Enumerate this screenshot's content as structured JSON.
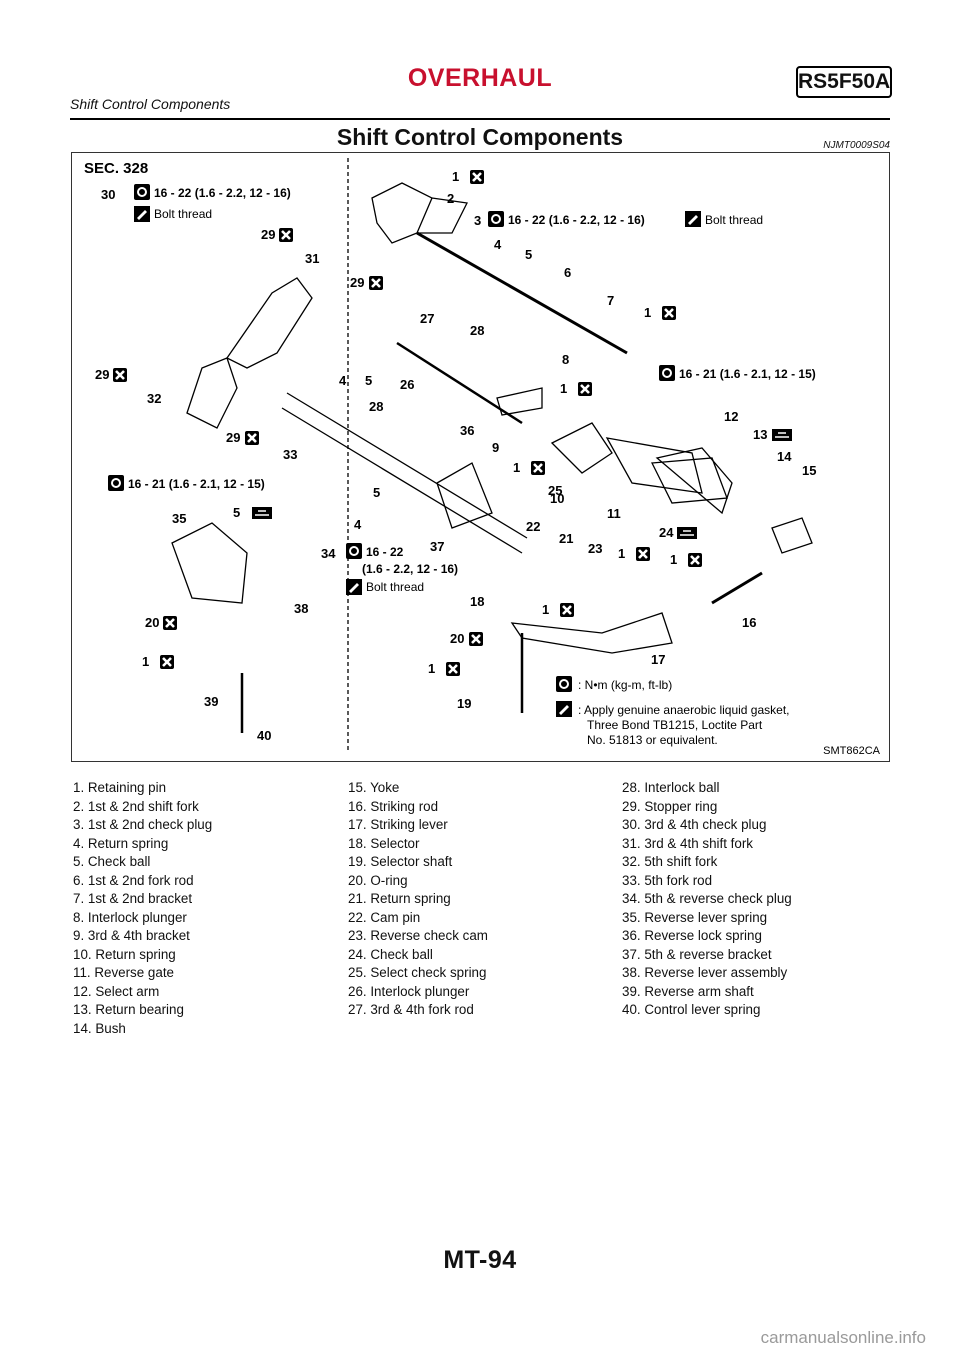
{
  "header": {
    "title": "OVERHAUL",
    "code": "RS5F50A",
    "subtitle": "Shift Control Components"
  },
  "section": {
    "title": "Shift Control Components",
    "code": "NJMT0009S04"
  },
  "figure": {
    "sec": "SEC. 328",
    "figure_id": "SMT862CA",
    "torque_a": "16 - 22 (1.6 - 2.2, 12 - 16)",
    "torque_b": "16 - 21 (1.6 - 2.1, 12 - 15)",
    "torque_34_l1": "16 - 22",
    "torque_34_l2": "(1.6 - 2.2, 12 - 16)",
    "bolt_thread": "Bolt thread",
    "key_torque": ": N•m (kg-m, ft-lb)",
    "key_sealant_l1": ": Apply genuine anaerobic liquid gasket,",
    "key_sealant_l2": "Three Bond TB1215, Loctite Part",
    "key_sealant_l3": "No. 51813 or equivalent.",
    "callouts": [
      "1",
      "2",
      "3",
      "4",
      "5",
      "6",
      "7",
      "8",
      "9",
      "10",
      "11",
      "12",
      "13",
      "14",
      "15",
      "16",
      "17",
      "18",
      "19",
      "20",
      "21",
      "22",
      "23",
      "24",
      "25",
      "26",
      "27",
      "28",
      "29",
      "30",
      "31",
      "32",
      "33",
      "34",
      "35",
      "36",
      "37",
      "38",
      "39",
      "40"
    ]
  },
  "legend": {
    "col1": [
      "1. Retaining pin",
      "2. 1st & 2nd shift fork",
      "3. 1st & 2nd check plug",
      "4. Return spring",
      "5. Check ball",
      "6. 1st & 2nd fork rod",
      "7. 1st & 2nd bracket",
      "8. Interlock plunger",
      "9. 3rd & 4th bracket",
      "10. Return spring",
      "11. Reverse gate",
      "12. Select arm",
      "13. Return bearing",
      "14. Bush"
    ],
    "col2": [
      "15. Yoke",
      "16. Striking rod",
      "17. Striking lever",
      "18. Selector",
      "19. Selector shaft",
      "20. O-ring",
      "21. Return spring",
      "22. Cam pin",
      "23. Reverse check cam",
      "24. Check ball",
      "25. Select check spring",
      "26. Interlock plunger",
      "27. 3rd & 4th fork rod"
    ],
    "col3": [
      "28. Interlock ball",
      "29. Stopper ring",
      "30. 3rd & 4th check plug",
      "31. 3rd & 4th shift fork",
      "32. 5th shift fork",
      "33. 5th fork rod",
      "34. 5th & reverse check plug",
      "35. Reverse lever spring",
      "36. Reverse lock spring",
      "37. 5th & reverse bracket",
      "38. Reverse lever assembly",
      "39. Reverse arm shaft",
      "40. Control lever spring"
    ]
  },
  "footer": {
    "page": "MT-94",
    "watermark": "carmanualsonline.info"
  }
}
